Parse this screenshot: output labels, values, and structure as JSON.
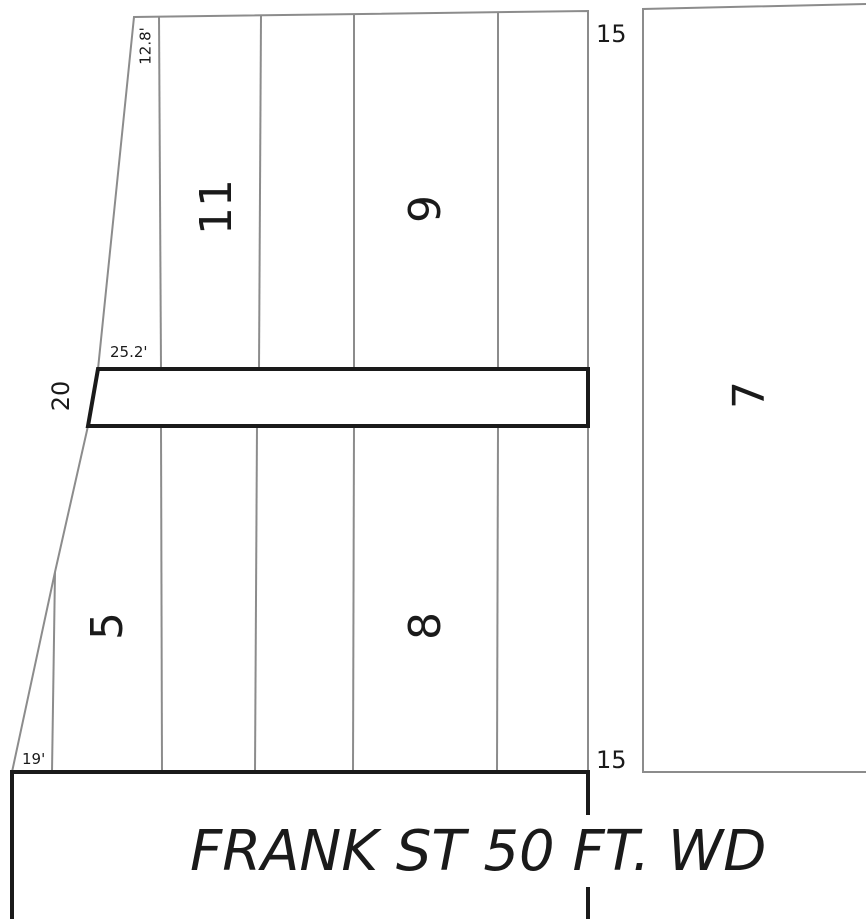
{
  "lots": {
    "lot_11": "11",
    "lot_9": "9",
    "lot_7": "7",
    "lot_5": "5",
    "lot_8": "8"
  },
  "dimensions": {
    "top_left": "12.8'",
    "alley_left": "25.2'",
    "bottom_left": "19'",
    "alley_side": "20",
    "top_right": "15",
    "bottom_right": "15"
  },
  "street": {
    "label": "FRANK ST 50 FT. WD"
  },
  "colors": {
    "lot_lines": "#8c8c8c",
    "alley_outline": "#1a1a1a",
    "background": "#ffffff"
  }
}
